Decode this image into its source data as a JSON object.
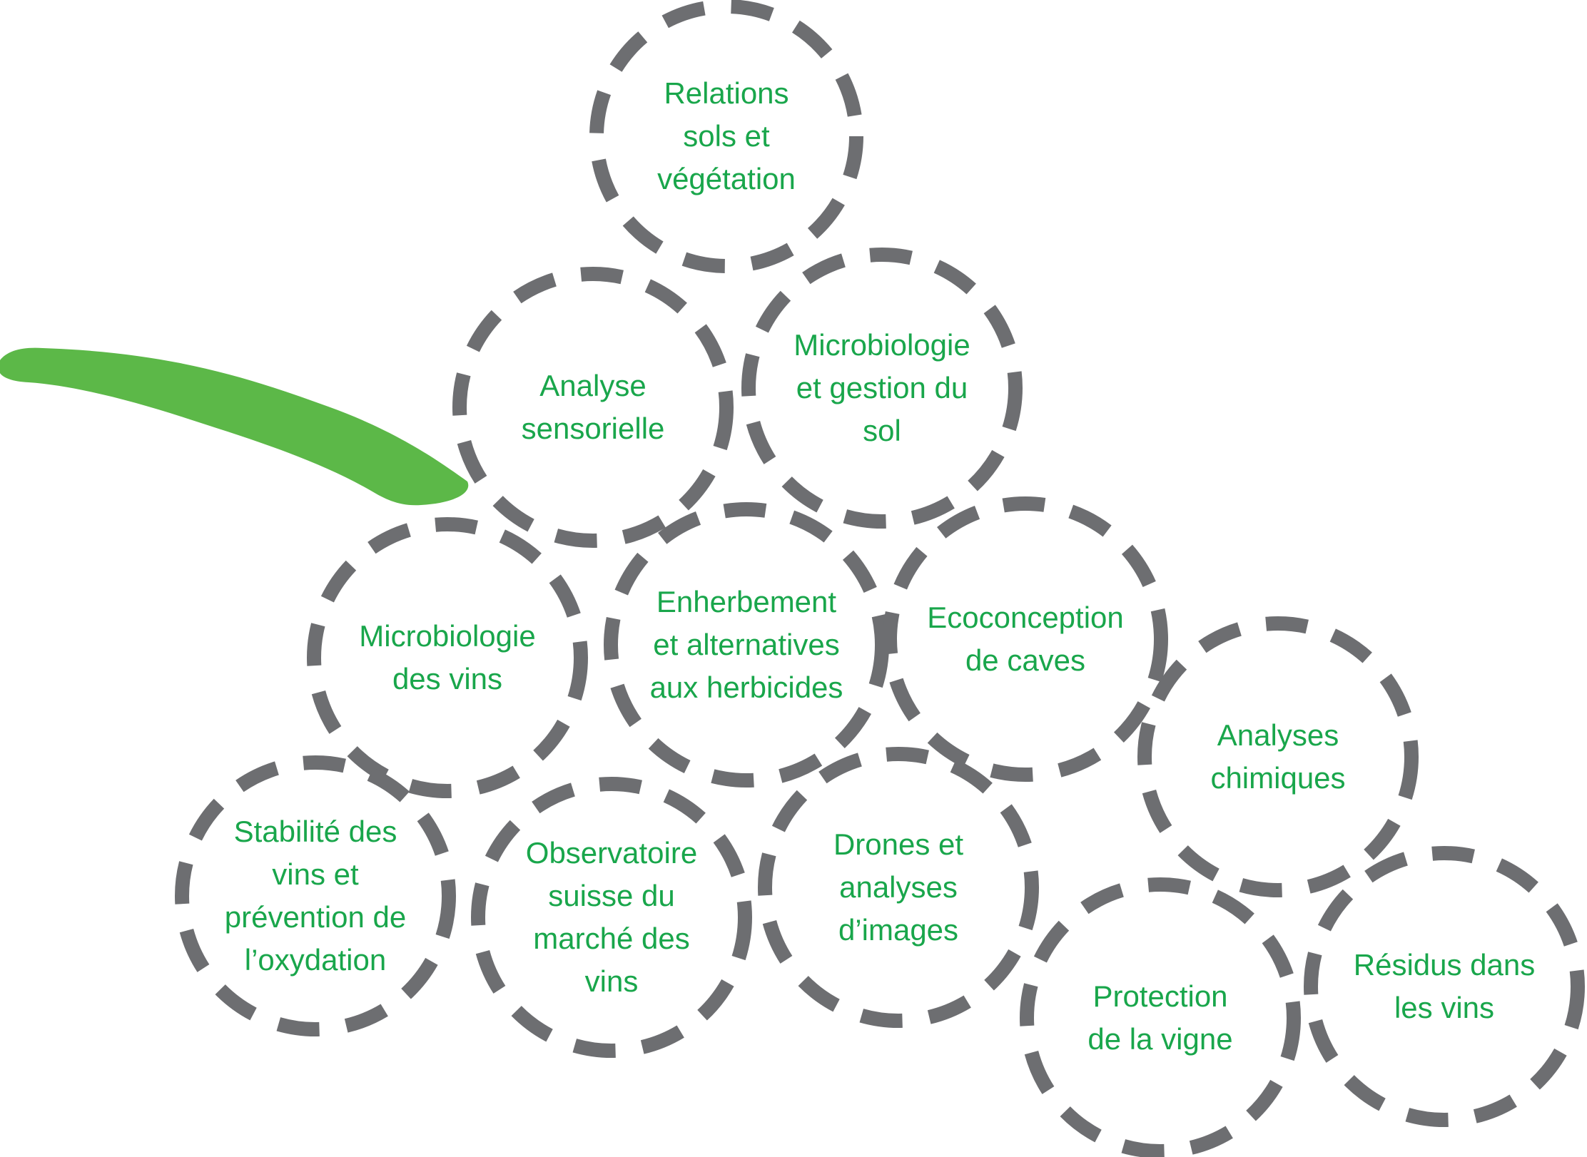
{
  "colors": {
    "ring": "#6d6e71",
    "text": "#19a64b",
    "stem": "#5cb848",
    "background": "#ffffff"
  },
  "bubbles": [
    {
      "id": "relations",
      "lines": [
        "Relations",
        "sols  et",
        "végétation"
      ]
    },
    {
      "id": "analyse-sensorielle",
      "lines": [
        "Analyse",
        "sensorielle"
      ]
    },
    {
      "id": "microbiologie-sol",
      "lines": [
        "Microbiologie",
        "et gestion du",
        "sol"
      ]
    },
    {
      "id": "microbiologie-vins",
      "lines": [
        "Microbiologie",
        "des vins"
      ]
    },
    {
      "id": "enherbement",
      "lines": [
        "Enherbement",
        "et alternatives",
        "aux herbicides"
      ]
    },
    {
      "id": "ecoconception",
      "lines": [
        "Ecoconception",
        "de caves"
      ]
    },
    {
      "id": "analyses-chimiques",
      "lines": [
        "Analyses",
        "chimiques"
      ]
    },
    {
      "id": "stabilite",
      "lines": [
        "Stabilité des",
        "vins et",
        "prévention de",
        "l’oxydation"
      ]
    },
    {
      "id": "observatoire",
      "lines": [
        "Observatoire",
        "suisse du",
        "marché des",
        "vins"
      ]
    },
    {
      "id": "drones",
      "lines": [
        "Drones et",
        "analyses",
        "d’images"
      ]
    },
    {
      "id": "protection",
      "lines": [
        "Protection",
        "de la vigne"
      ]
    },
    {
      "id": "residus",
      "lines": [
        "Résidus dans",
        "les vins"
      ]
    }
  ]
}
